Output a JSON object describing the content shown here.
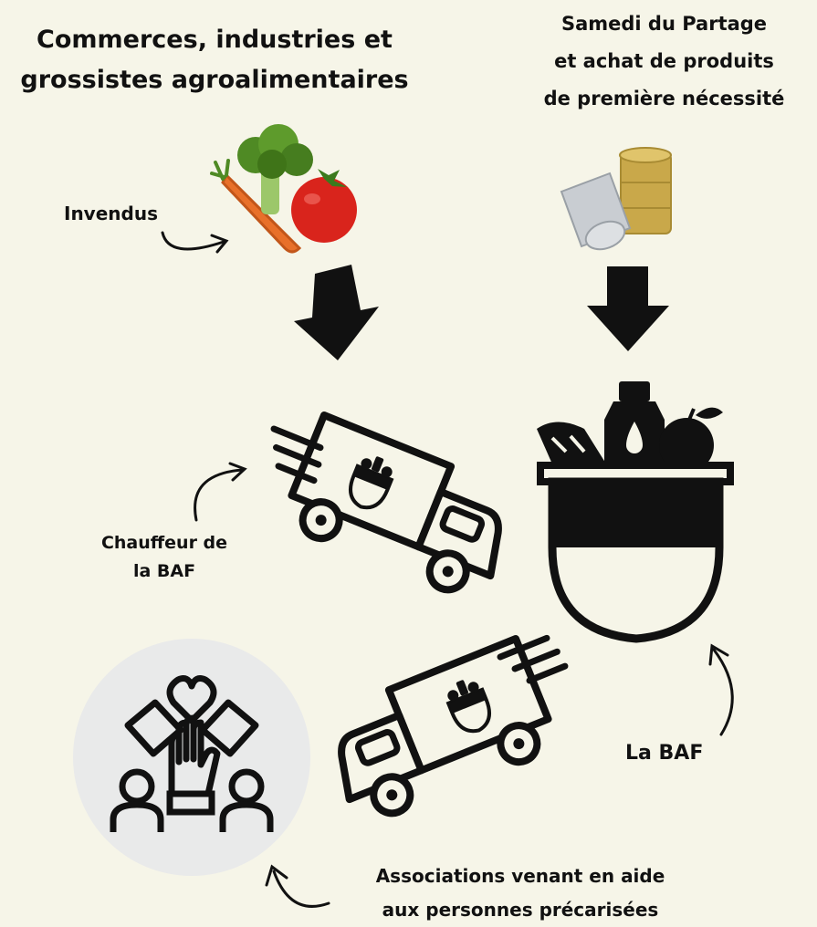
{
  "labels": {
    "title_left_line1": "Commerces, industries et",
    "title_left_line2": "grossistes agroalimentaires",
    "title_right_line1": "Samedi du Partage",
    "title_right_line2": "et achat de produits",
    "title_right_line3": "de première nécessité",
    "invendus": "Invendus",
    "chauffeur_line1": "Chauffeur de",
    "chauffeur_line2": "la BAF",
    "la_baf": "La BAF",
    "associations_line1": "Associations venant en aide",
    "associations_line2": "aux personnes précarisées"
  },
  "colors": {
    "background": "#f6f5e8",
    "ink": "#111111",
    "circle": "#e9eaea",
    "tomato": "#d9241c",
    "carrot": "#e8702a",
    "broccoli": "#4f8a24",
    "can": "#c9a84a",
    "can_silver": "#c9cdd2"
  },
  "icons": {
    "vegetables": "vegetables-icon",
    "cans": "cans-icon",
    "truck": "delivery-truck-icon",
    "basket": "grocery-basket-icon",
    "charity": "charity-hands-icon"
  }
}
